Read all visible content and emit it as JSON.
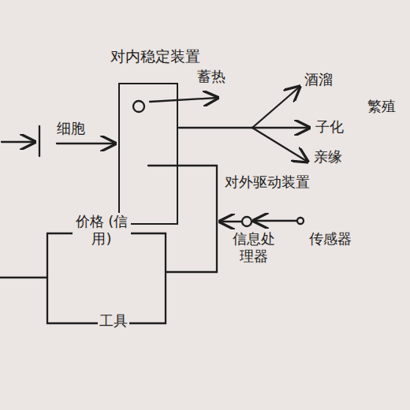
{
  "diagram": {
    "nodes": [
      {
        "text": [
          "对内稳定装置"
        ]
      }
    ],
    "labels": [
      "细胞",
      "蓄热",
      "酒溜",
      "子化",
      "亲缘",
      "繁殖",
      "对外驱动装置",
      "价格 (信用)",
      "工具",
      "信息处理器",
      "传感器"
    ]
  }
}
